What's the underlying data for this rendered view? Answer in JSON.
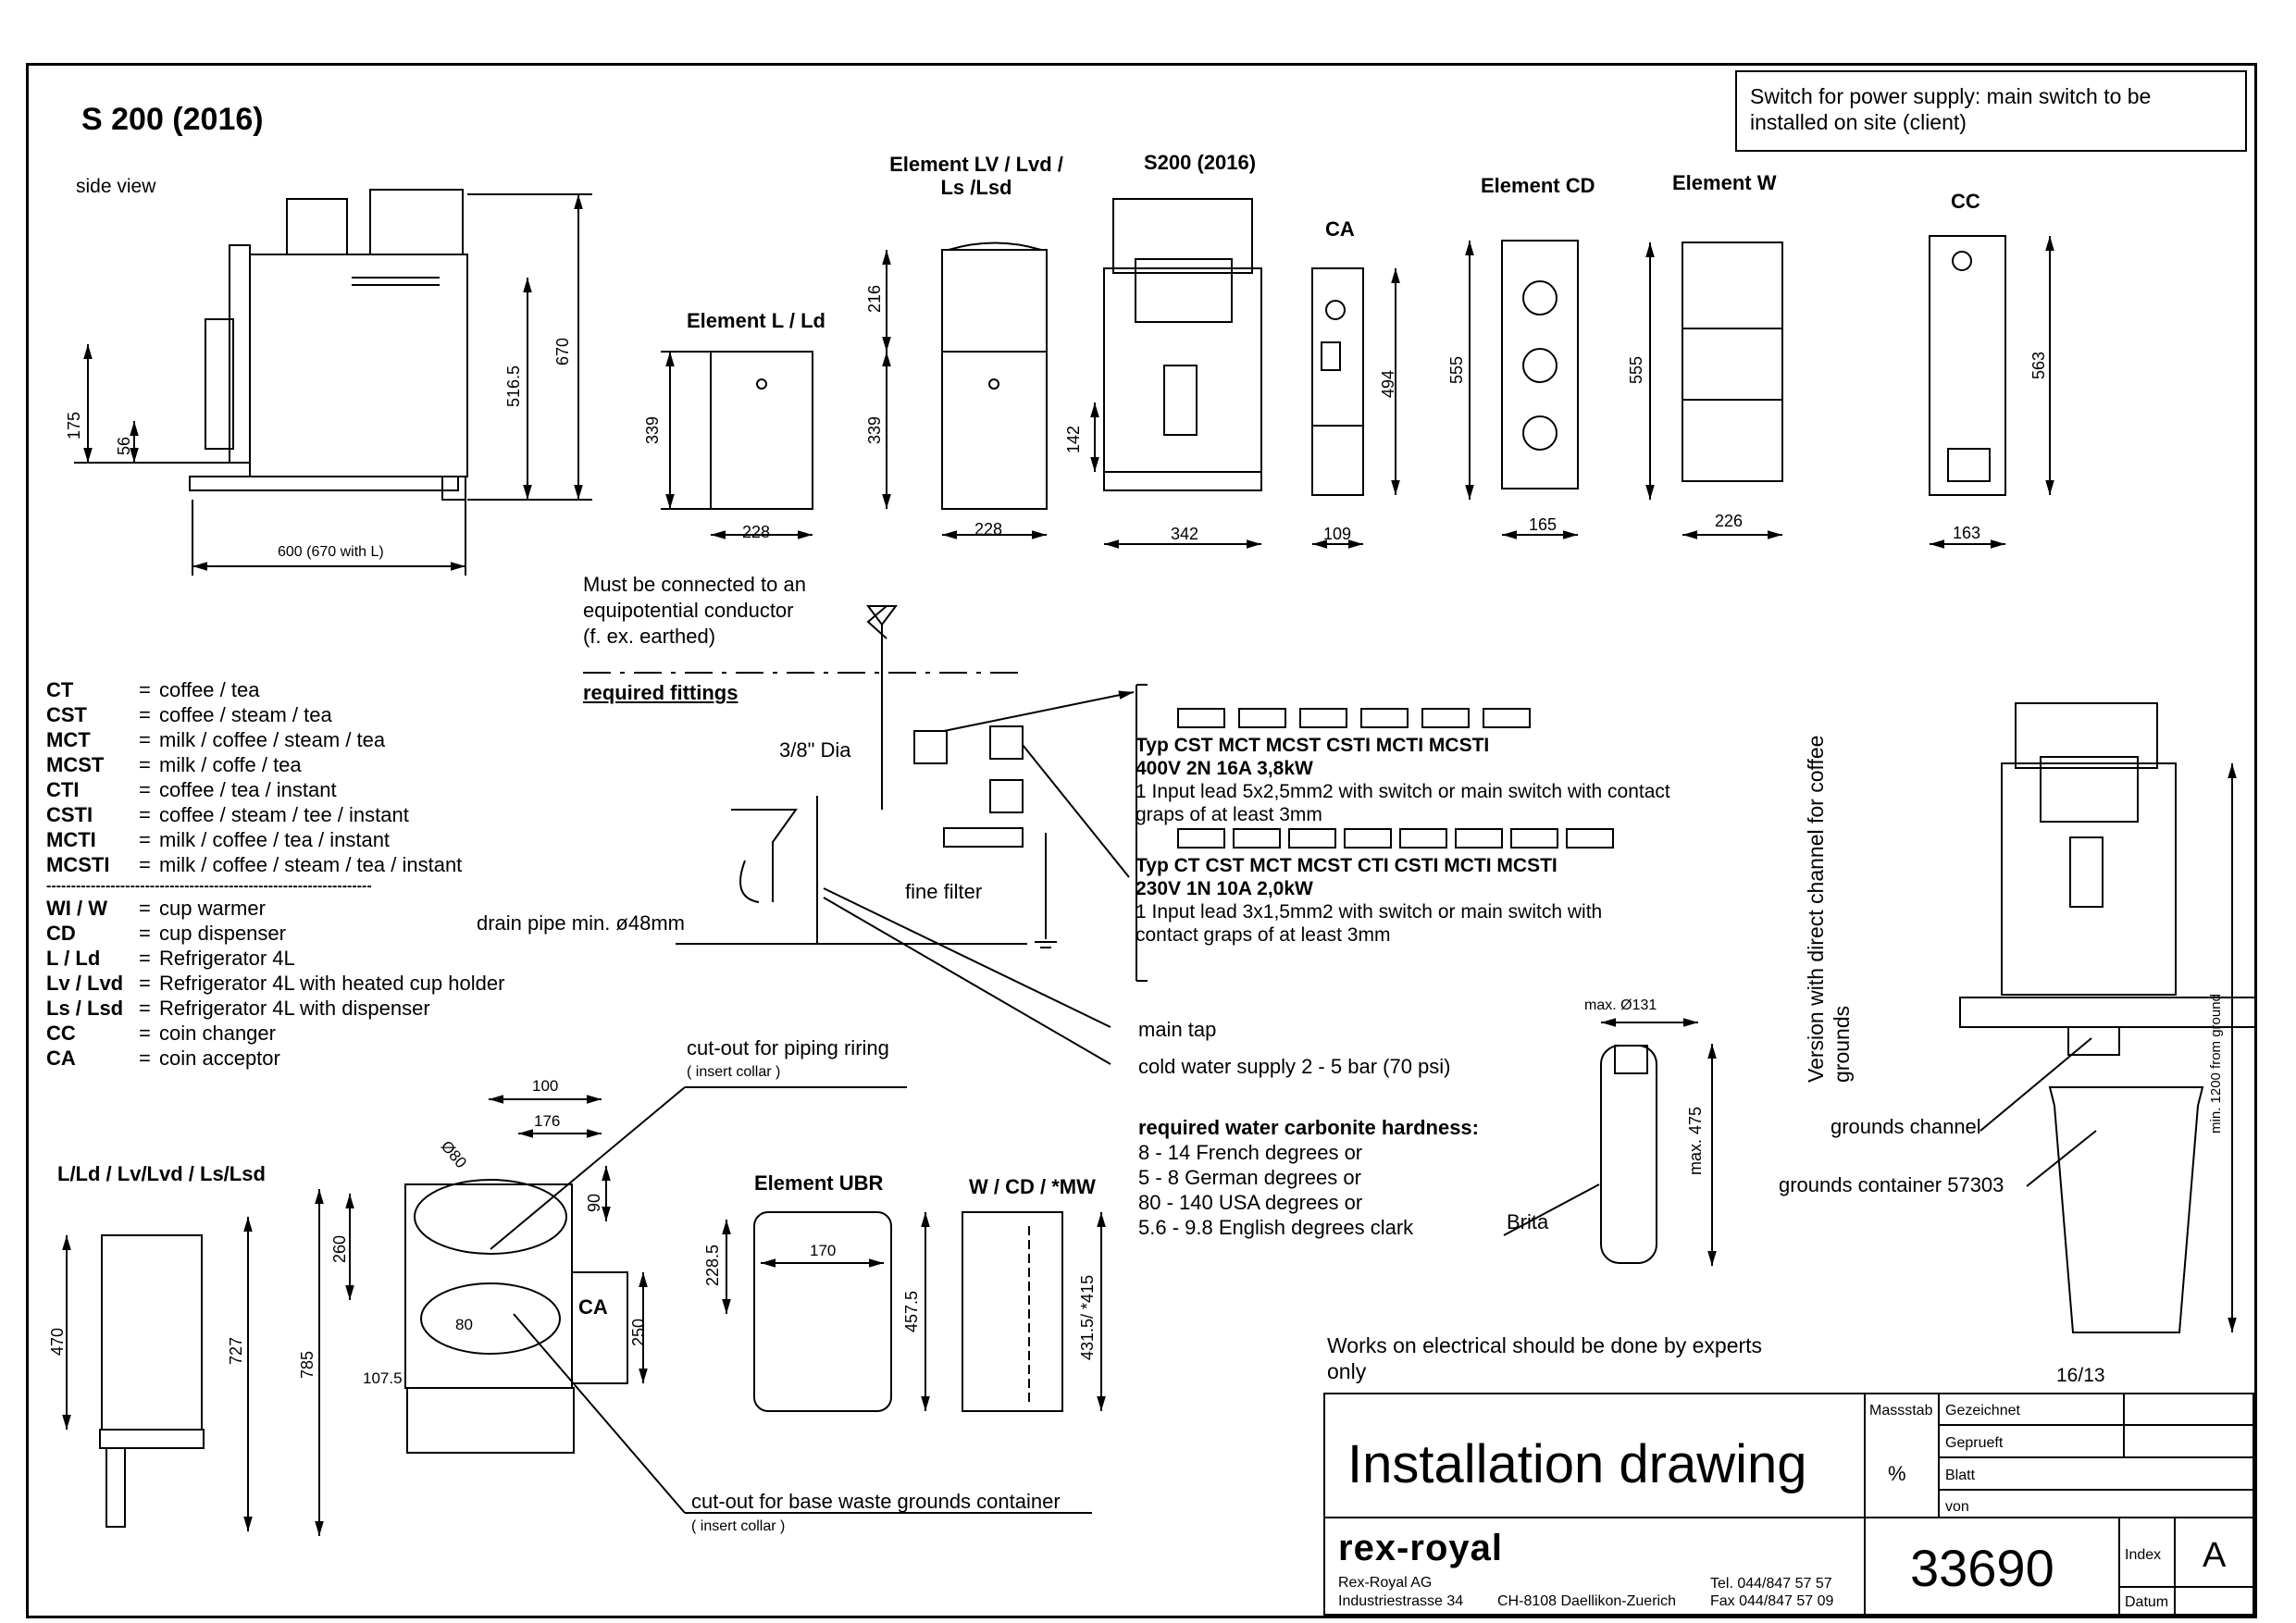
{
  "header": {
    "model_title": "S 200 (2016)",
    "power_note": "Switch for power supply: main switch to be installed on site (client)"
  },
  "views": {
    "side_view": "side view",
    "element_l": "Element L / Ld",
    "element_lv": "Element LV / Lvd / Ls /Lsd",
    "s200": "S200 (2016)",
    "ca": "CA",
    "element_cd": "Element CD",
    "element_w": "Element W",
    "cc": "CC",
    "ld_group": "L/Ld / Lv/Lvd / Ls/Lsd",
    "element_ubr": "Element UBR",
    "w_cd_mw": "W / CD / *MW",
    "ca_box": "CA"
  },
  "dimensions": {
    "sv_175": "175",
    "sv_56": "56",
    "sv_516": "516.5",
    "sv_670": "670",
    "sv_600": "600 (670 with L)",
    "l_339": "339",
    "l_228": "228",
    "lv_216": "216",
    "lv_339": "339",
    "lv_228": "228",
    "s_142": "142",
    "s_342": "342",
    "ca_494": "494",
    "ca_109": "109",
    "cd_555": "555",
    "cd_165": "165",
    "w_555": "555",
    "w_226": "226",
    "cc_563": "563",
    "cc_163": "163",
    "ld_470": "470",
    "ld_727": "727",
    "base_100": "100",
    "base_176": "176",
    "base_90": "90",
    "base_260": "260",
    "base_785": "785",
    "base_250": "250",
    "base_1075": "107.5",
    "base_d80": "Ø80",
    "base_80": "80",
    "ubr_2285": "228.5",
    "ubr_170": "170",
    "ubr_4575": "457.5",
    "w_4315": "431.5/ *415",
    "brita_max131": "max. Ø131",
    "brita_max475": "max. 475",
    "ground_1200": "min. 1200 from ground"
  },
  "notes": {
    "equipotential": [
      "Must be connected to an",
      "equipotential conductor",
      "(f. ex. earthed)"
    ],
    "required_fittings": "required fittings",
    "dia": "3/8\" Dia",
    "fine_filter": "fine filter",
    "drain_pipe": "drain pipe min. ø48mm",
    "main_tap": "main tap",
    "cold_water": "cold water supply  2 -  5 bar  (70 psi)",
    "cutout_piping": "cut-out for piping riring",
    "insert_collar_1": "( insert collar )",
    "cutout_base": "cut-out for base waste grounds container",
    "insert_collar_2": "( insert collar )",
    "hardness_title": "required water carbonite hardness:",
    "hardness_lines": [
      "8 - 14 French degrees or",
      "5 - 8 German degrees or",
      "80 - 140 USA degrees or",
      "5.6 - 9.8 English degrees clark"
    ],
    "brita": "Brita",
    "version_channel": "Version with direct channel for coffee grounds",
    "grounds_channel": "grounds channel",
    "grounds_container": "grounds container 57303",
    "experts": [
      "Works on electrical should be done by experts",
      "only"
    ],
    "page_ref": "16/13"
  },
  "power": {
    "block1": {
      "types": "Typ  CST   MCT   MCST   CSTI   MCTI   MCSTI",
      "spec": "400V  2N  16A   3,8kW",
      "desc": [
        "1  Input lead 5x2,5mm2 with switch or main switch with contact",
        "graps of at least 3mm"
      ]
    },
    "block2": {
      "types": "Typ  CT   CST   MCT   MCST   CTI   CSTI   MCTI   MCSTI",
      "spec": "230V  1N  10A   2,0kW",
      "desc": [
        "1 Input lead 3x1,5mm2 with switch or main switch with",
        "contact graps of at least 3mm"
      ]
    }
  },
  "legend": {
    "items": [
      {
        "key": "CT",
        "val": "coffee / tea"
      },
      {
        "key": "CST",
        "val": "coffee / steam / tea"
      },
      {
        "key": "MCT",
        "val": "milk / coffee / steam / tea"
      },
      {
        "key": "MCST",
        "val": "milk / coffe / tea"
      },
      {
        "key": "CTI",
        "val": "coffee / tea / instant"
      },
      {
        "key": "CSTI",
        "val": "coffee / steam / tee / instant"
      },
      {
        "key": "MCTI",
        "val": "milk / coffee / tea / instant"
      },
      {
        "key": "MCSTI",
        "val": "milk / coffee / steam / tea / instant"
      }
    ],
    "separator": "------------------------------------------------------------------",
    "items2": [
      {
        "key": "WI / W",
        "val": "cup warmer"
      },
      {
        "key": "CD",
        "val": "cup dispenser"
      },
      {
        "key": "L / Ld",
        "val": "Refrigerator 4L"
      },
      {
        "key": "Lv / Lvd",
        "val": "Refrigerator 4L with heated cup holder"
      },
      {
        "key": "Ls / Lsd",
        "val": "Refrigerator 4L with dispenser"
      },
      {
        "key": "CC",
        "val": "coin changer"
      },
      {
        "key": "CA",
        "val": "coin acceptor"
      }
    ]
  },
  "title_block": {
    "title": "Installation drawing",
    "massstab_label": "Massstab",
    "massstab_value": "%",
    "gezeichnet": "Gezeichnet",
    "geprueft": "Geprueft",
    "blatt": "Blatt",
    "von": "von",
    "logo": "rex-royal",
    "company": "Rex-Royal AG",
    "street": "Industriestrasse 34",
    "city": "CH-8108 Daellikon-Zuerich",
    "tel": "Tel. 044/847 57 57",
    "fax": "Fax 044/847 57 09",
    "drawing_number": "33690",
    "index_label": "Index",
    "index_value": "A",
    "datum": "Datum"
  }
}
